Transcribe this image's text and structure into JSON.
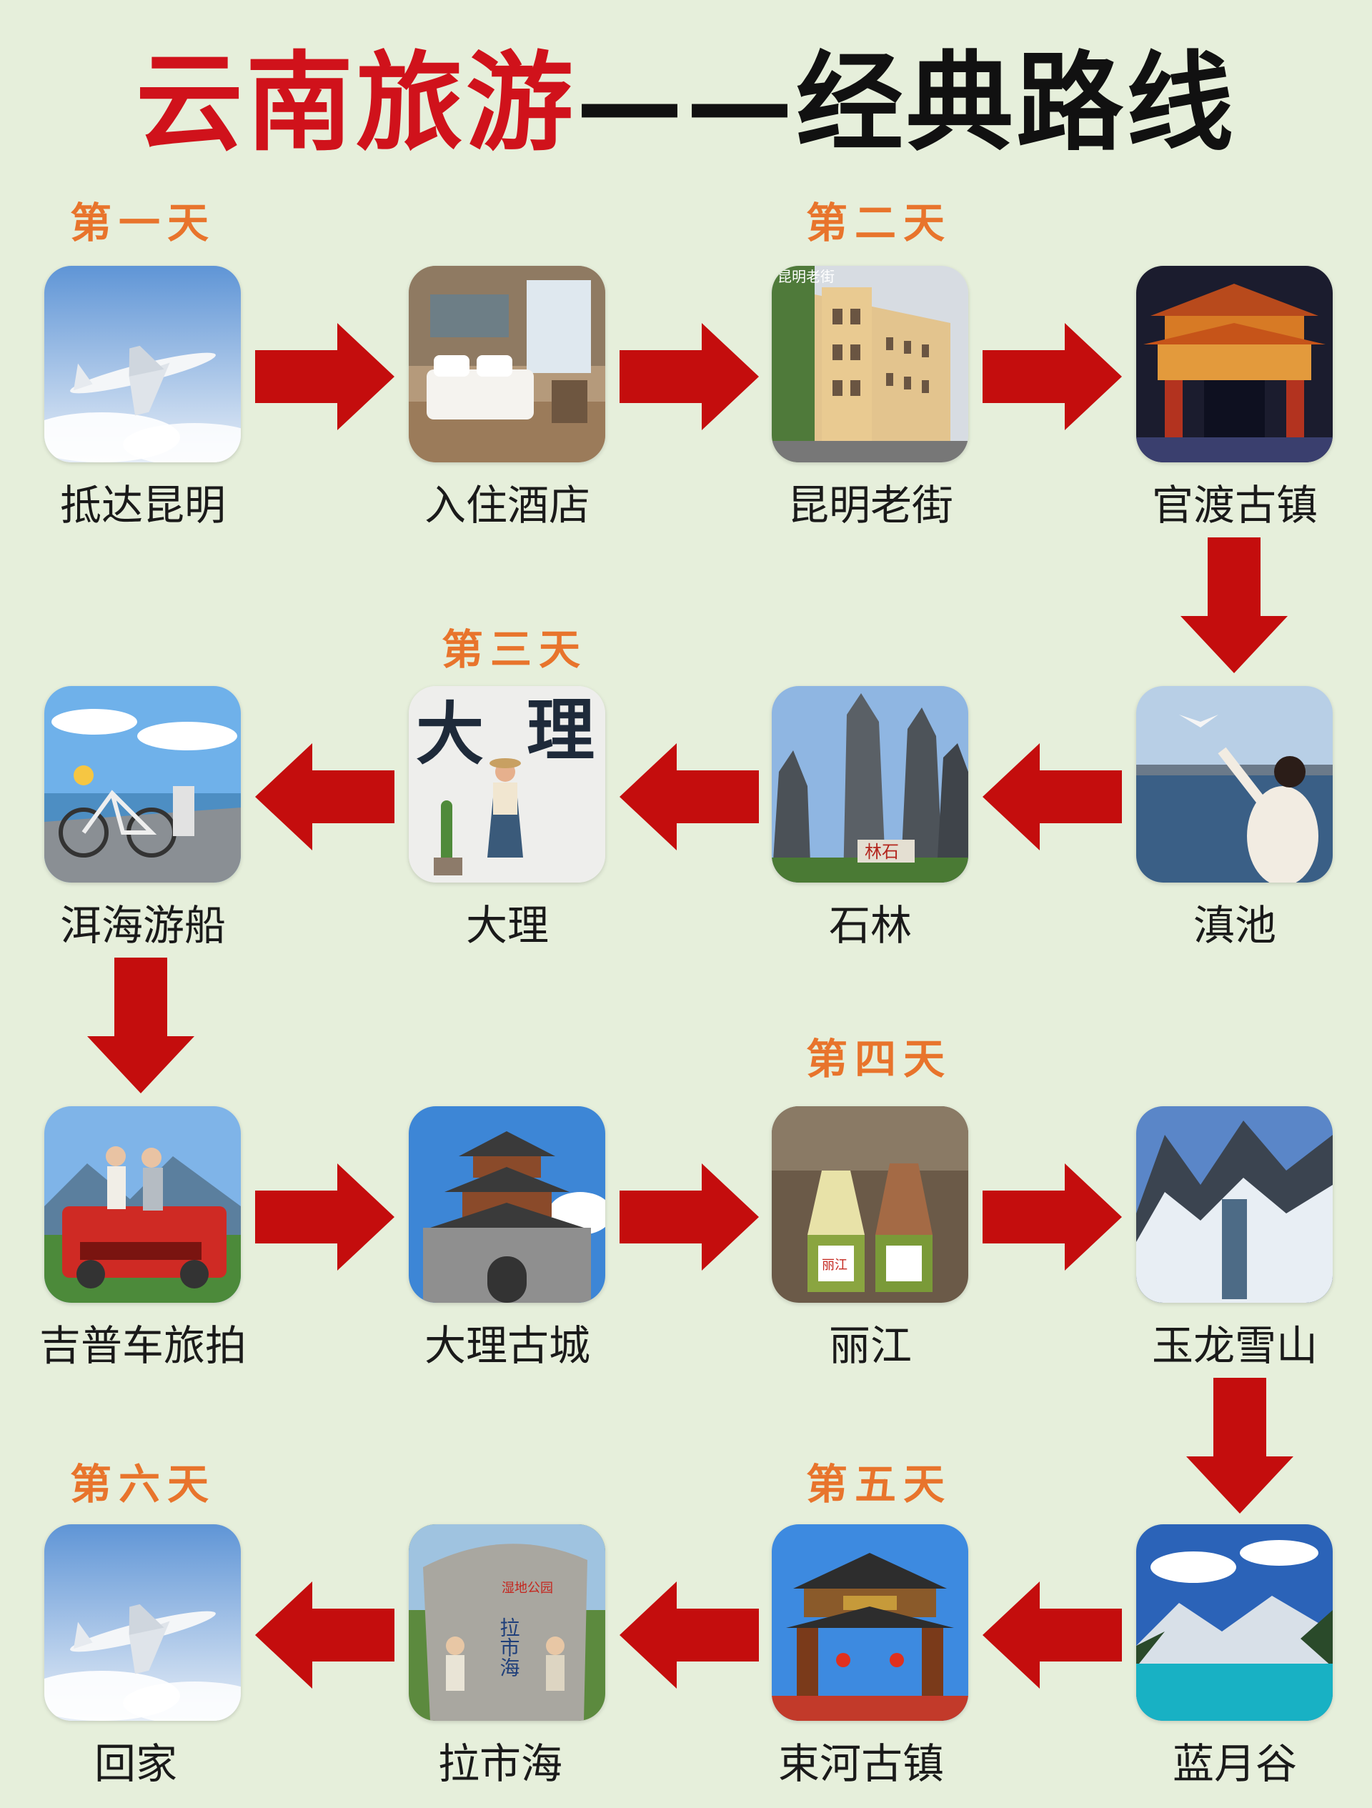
{
  "title": {
    "part1": "云南旅游",
    "part2": "——经典路线"
  },
  "days": {
    "d1": "第一天",
    "d2": "第二天",
    "d3": "第三天",
    "d4": "第四天",
    "d5": "第五天",
    "d6": "第六天"
  },
  "stops": [
    {
      "label": "抵达昆明",
      "icon": "airplane-photo"
    },
    {
      "label": "入住酒店",
      "icon": "hotel-room-photo"
    },
    {
      "label": "昆明老街",
      "icon": "old-street-photo"
    },
    {
      "label": "官渡古镇",
      "icon": "guandu-gate-photo"
    },
    {
      "label": "滇池",
      "icon": "dianchi-lake-photo"
    },
    {
      "label": "石林",
      "icon": "stone-forest-photo"
    },
    {
      "label": "大理",
      "icon": "dali-wall-photo"
    },
    {
      "label": "洱海游船",
      "icon": "erhai-bicycle-photo"
    },
    {
      "label": "吉普车旅拍",
      "icon": "jeep-photo"
    },
    {
      "label": "大理古城",
      "icon": "dali-tower-photo"
    },
    {
      "label": "丽江",
      "icon": "ice-cream-photo"
    },
    {
      "label": "玉龙雪山",
      "icon": "snow-mountain-photo"
    },
    {
      "label": "蓝月谷",
      "icon": "blue-moon-valley-photo"
    },
    {
      "label": "束河古镇",
      "icon": "shuhe-gate-photo"
    },
    {
      "label": "拉市海",
      "icon": "lashihai-stone-photo"
    },
    {
      "label": "回家",
      "icon": "airplane-photo"
    }
  ],
  "photo_text": {
    "old_street_sign": "昆明老街",
    "dali_char1": "大",
    "dali_char2": "理",
    "stone_forest_sign": "林石",
    "lijiang_cup": "丽江",
    "lashihai_top": "湿地公园",
    "lashihai_name": "拉市海"
  },
  "colors": {
    "background": "#e6efdb",
    "title_red": "#d0121b",
    "title_black": "#111111",
    "day_orange": "#e8742c",
    "arrow_red": "#c40d0d"
  }
}
